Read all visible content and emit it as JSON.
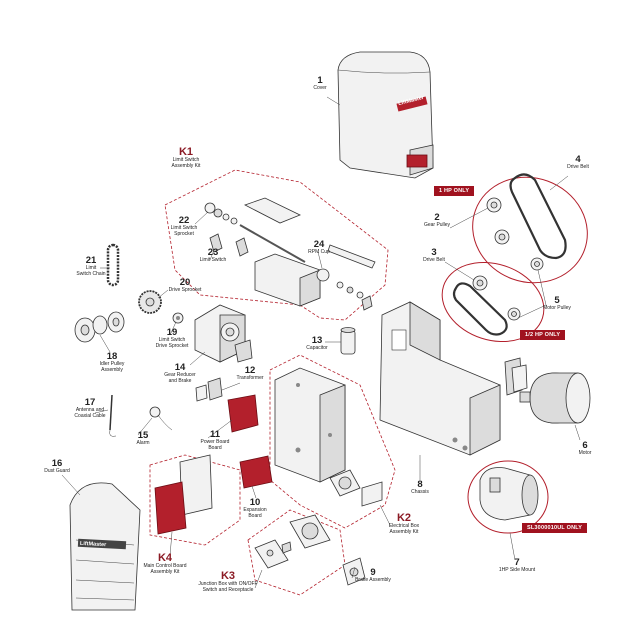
{
  "tags": {
    "hp1": "1 HP ONLY",
    "hp_half": "1/2 HP ONLY",
    "sl": "SL3000010UL ONLY"
  },
  "parts": {
    "p1": {
      "num": "1",
      "caption": "Cover"
    },
    "p2": {
      "num": "2",
      "caption": "Gear Pulley"
    },
    "p3": {
      "num": "3",
      "caption": "Drive Belt"
    },
    "p4": {
      "num": "4",
      "caption": "Drive Belt"
    },
    "p5": {
      "num": "5",
      "caption": "Motor Pulley"
    },
    "p6": {
      "num": "6",
      "caption": "Motor"
    },
    "p7": {
      "num": "7",
      "caption": "1HP Side Mount"
    },
    "p8": {
      "num": "8",
      "caption": "Chassis"
    },
    "p9": {
      "num": "9",
      "caption": "Brake Assembly"
    },
    "p10": {
      "num": "10",
      "caption_1": "Expansion",
      "caption_2": "Board"
    },
    "p11": {
      "num": "11",
      "caption_1": "Power Board",
      "caption_2": "Board"
    },
    "p12": {
      "num": "12",
      "caption": "Transformer"
    },
    "p13": {
      "num": "13",
      "caption": "Capacitor"
    },
    "p14": {
      "num": "14",
      "caption_1": "Gear Reducer",
      "caption_2": "and Brake"
    },
    "p15": {
      "num": "15",
      "caption": "Alarm"
    },
    "p16": {
      "num": "16",
      "caption": "Dust Guard"
    },
    "p17": {
      "num": "17",
      "caption_1": "Antenna and",
      "caption_2": "Coaxial Cable"
    },
    "p18": {
      "num": "18",
      "caption_1": "Idler Pulley",
      "caption_2": "Assembly"
    },
    "p19": {
      "num": "19",
      "caption_1": "Limit Switch",
      "caption_2": "Drive Sprocket"
    },
    "p20": {
      "num": "20",
      "caption": "Drive Sprocket"
    },
    "p21": {
      "num": "21",
      "caption_1": "Limit",
      "caption_2": "Switch Chain"
    },
    "p22": {
      "num": "22",
      "caption_1": "Limit Switch",
      "caption_2": "Sprocket"
    },
    "p23": {
      "num": "23",
      "caption": "Limit Switch"
    },
    "p24": {
      "num": "24",
      "caption": "RPM Cup"
    }
  },
  "kits": {
    "k1": {
      "num": "K1",
      "caption_1": "Limit Switch",
      "caption_2": "Assembly Kit"
    },
    "k2": {
      "num": "K2",
      "caption_1": "Electrical Box",
      "caption_2": "Assembly Kit"
    },
    "k3": {
      "num": "K3",
      "caption_1": "Junction Box with ON/OFF",
      "caption_2": "Switch and Receptacle"
    },
    "k4": {
      "num": "K4",
      "caption_1": "Main Control Board",
      "caption_2": "Assembly Kit"
    }
  },
  "brand": {
    "logo_text": "LiftMaster",
    "guard_text": "LiftMaster"
  },
  "colors": {
    "accent": "#a0121f",
    "dashed_outline": "#b3202c",
    "board_red": "#b3202c"
  }
}
